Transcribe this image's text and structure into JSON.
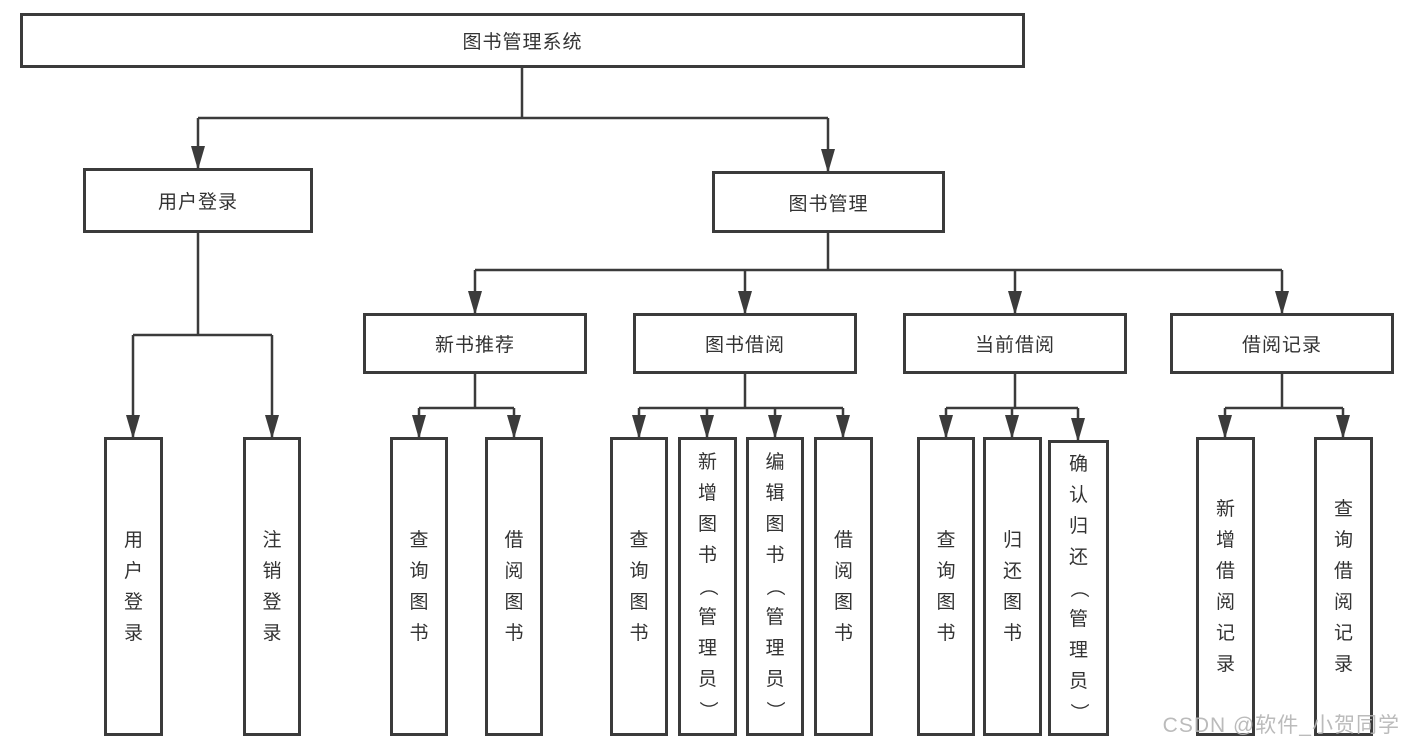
{
  "colors": {
    "line": "#3b3b3b",
    "text": "#333333",
    "background": "#ffffff",
    "watermark_gray": "#b4b4b4"
  },
  "watermark": "CSDN @软件_小贺同学",
  "tree": {
    "root": {
      "label": "图书管理系统"
    },
    "branches": [
      {
        "label": "用户登录",
        "children": [
          {
            "label": "用户登录"
          },
          {
            "label": "注销登录"
          }
        ]
      },
      {
        "label": "图书管理",
        "groups": [
          {
            "label": "新书推荐",
            "children": [
              {
                "label": "查询图书"
              },
              {
                "label": "借阅图书"
              }
            ]
          },
          {
            "label": "图书借阅",
            "children": [
              {
                "label": "查询图书"
              },
              {
                "label": "新增图书（管理员）"
              },
              {
                "label": "编辑图书（管理员）"
              },
              {
                "label": "借阅图书"
              }
            ]
          },
          {
            "label": "当前借阅",
            "children": [
              {
                "label": "查询图书"
              },
              {
                "label": "归还图书"
              },
              {
                "label": "确认归还（管理员）"
              }
            ]
          },
          {
            "label": "借阅记录",
            "children": [
              {
                "label": "新增借阅记录"
              },
              {
                "label": "查询借阅记录"
              }
            ]
          }
        ]
      }
    ]
  }
}
